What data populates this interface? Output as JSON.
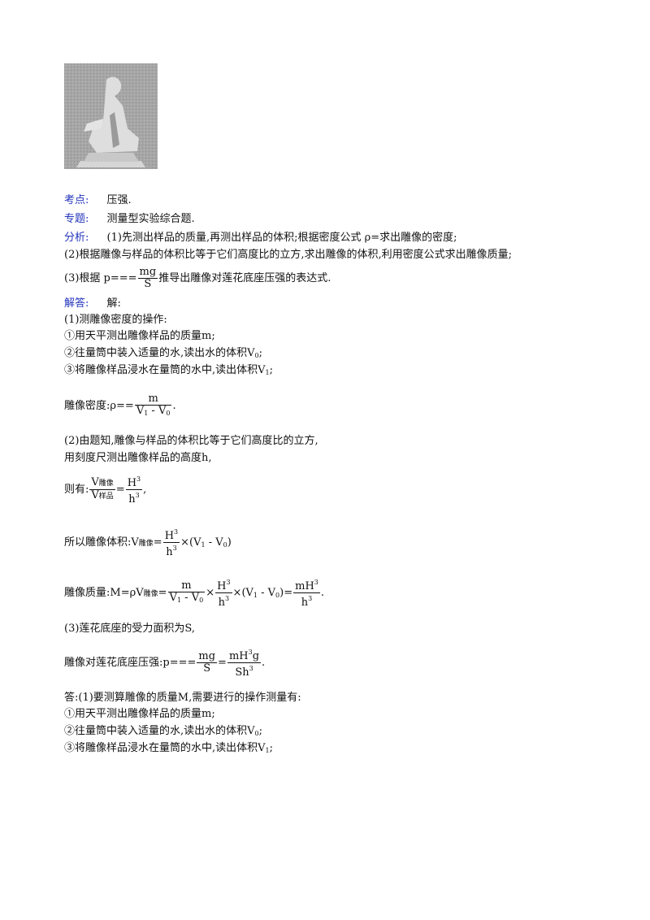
{
  "labels": {
    "kaodian": "考点:",
    "zhuanti": "专题:",
    "fenxi": "分析:",
    "jieda": "解答:"
  },
  "values": {
    "kaodian": "压强.",
    "zhuanti": "测量型实验综合题.",
    "fenxi1": "(1)先测出样品的质量,再测出样品的体积;根据密度公式 ρ=求出雕像的密度;",
    "fenxi2": "(2)根据雕像与样品的体积比等于它们高度比的立方,求出雕像的体积,利用密度公式求出雕像质量;",
    "fenxi3_pre": "(3)根据 p===",
    "fenxi3_post": "推导出雕像对莲花底座压强的表达式.",
    "jieda": "解:"
  },
  "body": {
    "p1": "(1)测雕像密度的操作:",
    "s1": "①用天平测出雕像样品的质量m;",
    "s2_pre": "②往量筒中装入适量的水,读出水的体积V",
    "s2_sub": "0",
    "s2_post": ";",
    "s3_pre": "③将雕像样品浸水在量筒的水中,读出体积V",
    "s3_sub": "1",
    "s3_post": ";",
    "density_pre": "雕像密度:ρ==",
    "p2": "(2)由题知,雕像与样品的体积比等于它们高度比的立方,",
    "p2b": "用刻度尺测出雕像样品的高度h,",
    "zeyou": "则有:",
    "vol_pre": "所以雕像体积:V",
    "mass_pre": "雕像质量:M=ρV",
    "p3": "(3)莲花底座的受力面积为S,",
    "press_pre": "雕像对莲花底座压强:p===",
    "ans1": "答:(1)要测算雕像的质量M,需要进行的操作测量有:",
    "a1": "①用天平测出雕像样品的质量m;",
    "a2_pre": "②往量筒中装入适量的水,读出水的体积V",
    "a2_sub": "0",
    "a2_post": ";",
    "a3_pre": "③将雕像样品浸水在量筒的水中,读出体积V",
    "a3_sub": "1",
    "a3_post": ";"
  },
  "math": {
    "mg": "mg",
    "S": "S",
    "m": "m",
    "V": "V",
    "one": "1",
    "zero": "0",
    "minus": " - ",
    "diaoxiang": "雕像",
    "yangpin": "样品",
    "H": "H",
    "h": "h",
    "three": "3",
    "eq": "=",
    "times": "×",
    "paren": "(V",
    "paren_mid": " - V",
    "paren_end": ")",
    "mH": "mH",
    "g": "g",
    "Sh": "Sh",
    "dot": ".",
    "comma": ","
  }
}
